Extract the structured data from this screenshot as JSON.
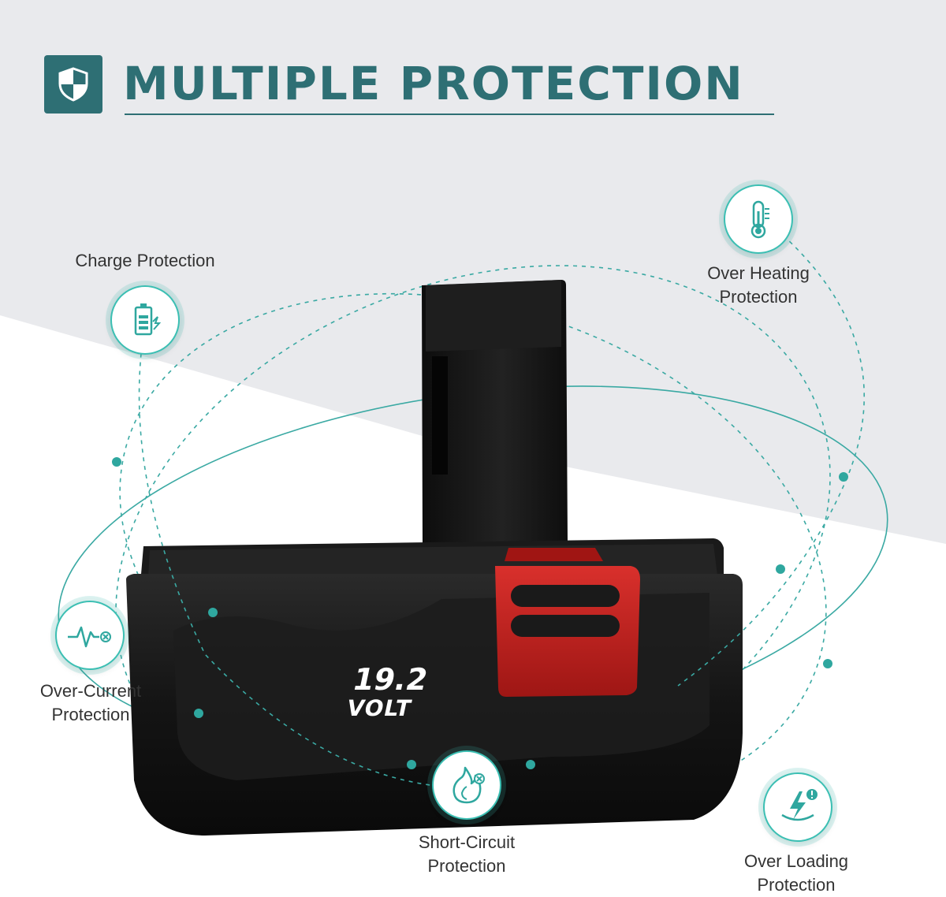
{
  "header": {
    "title": "MULTIPLE PROTECTION",
    "icon": "shield-icon"
  },
  "battery": {
    "voltage": "19.2",
    "unit": "VOLT"
  },
  "features": [
    {
      "lines": [
        "Charge Protection"
      ],
      "icon": "battery-charge-icon"
    },
    {
      "lines": [
        "Over Heating",
        "Protection"
      ],
      "icon": "thermometer-icon"
    },
    {
      "lines": [
        "Over-Current",
        "Protection"
      ],
      "icon": "current-wave-icon"
    },
    {
      "lines": [
        "Short-Circuit",
        "Protection"
      ],
      "icon": "flame-icon"
    },
    {
      "lines": [
        "Over Loading",
        "Protection"
      ],
      "icon": "overload-bolt-icon"
    }
  ],
  "colors": {
    "accent": "#2e6f74",
    "teal": "#3bbfb3",
    "battery_body": "#151515",
    "latch_red": "#c4211f"
  }
}
